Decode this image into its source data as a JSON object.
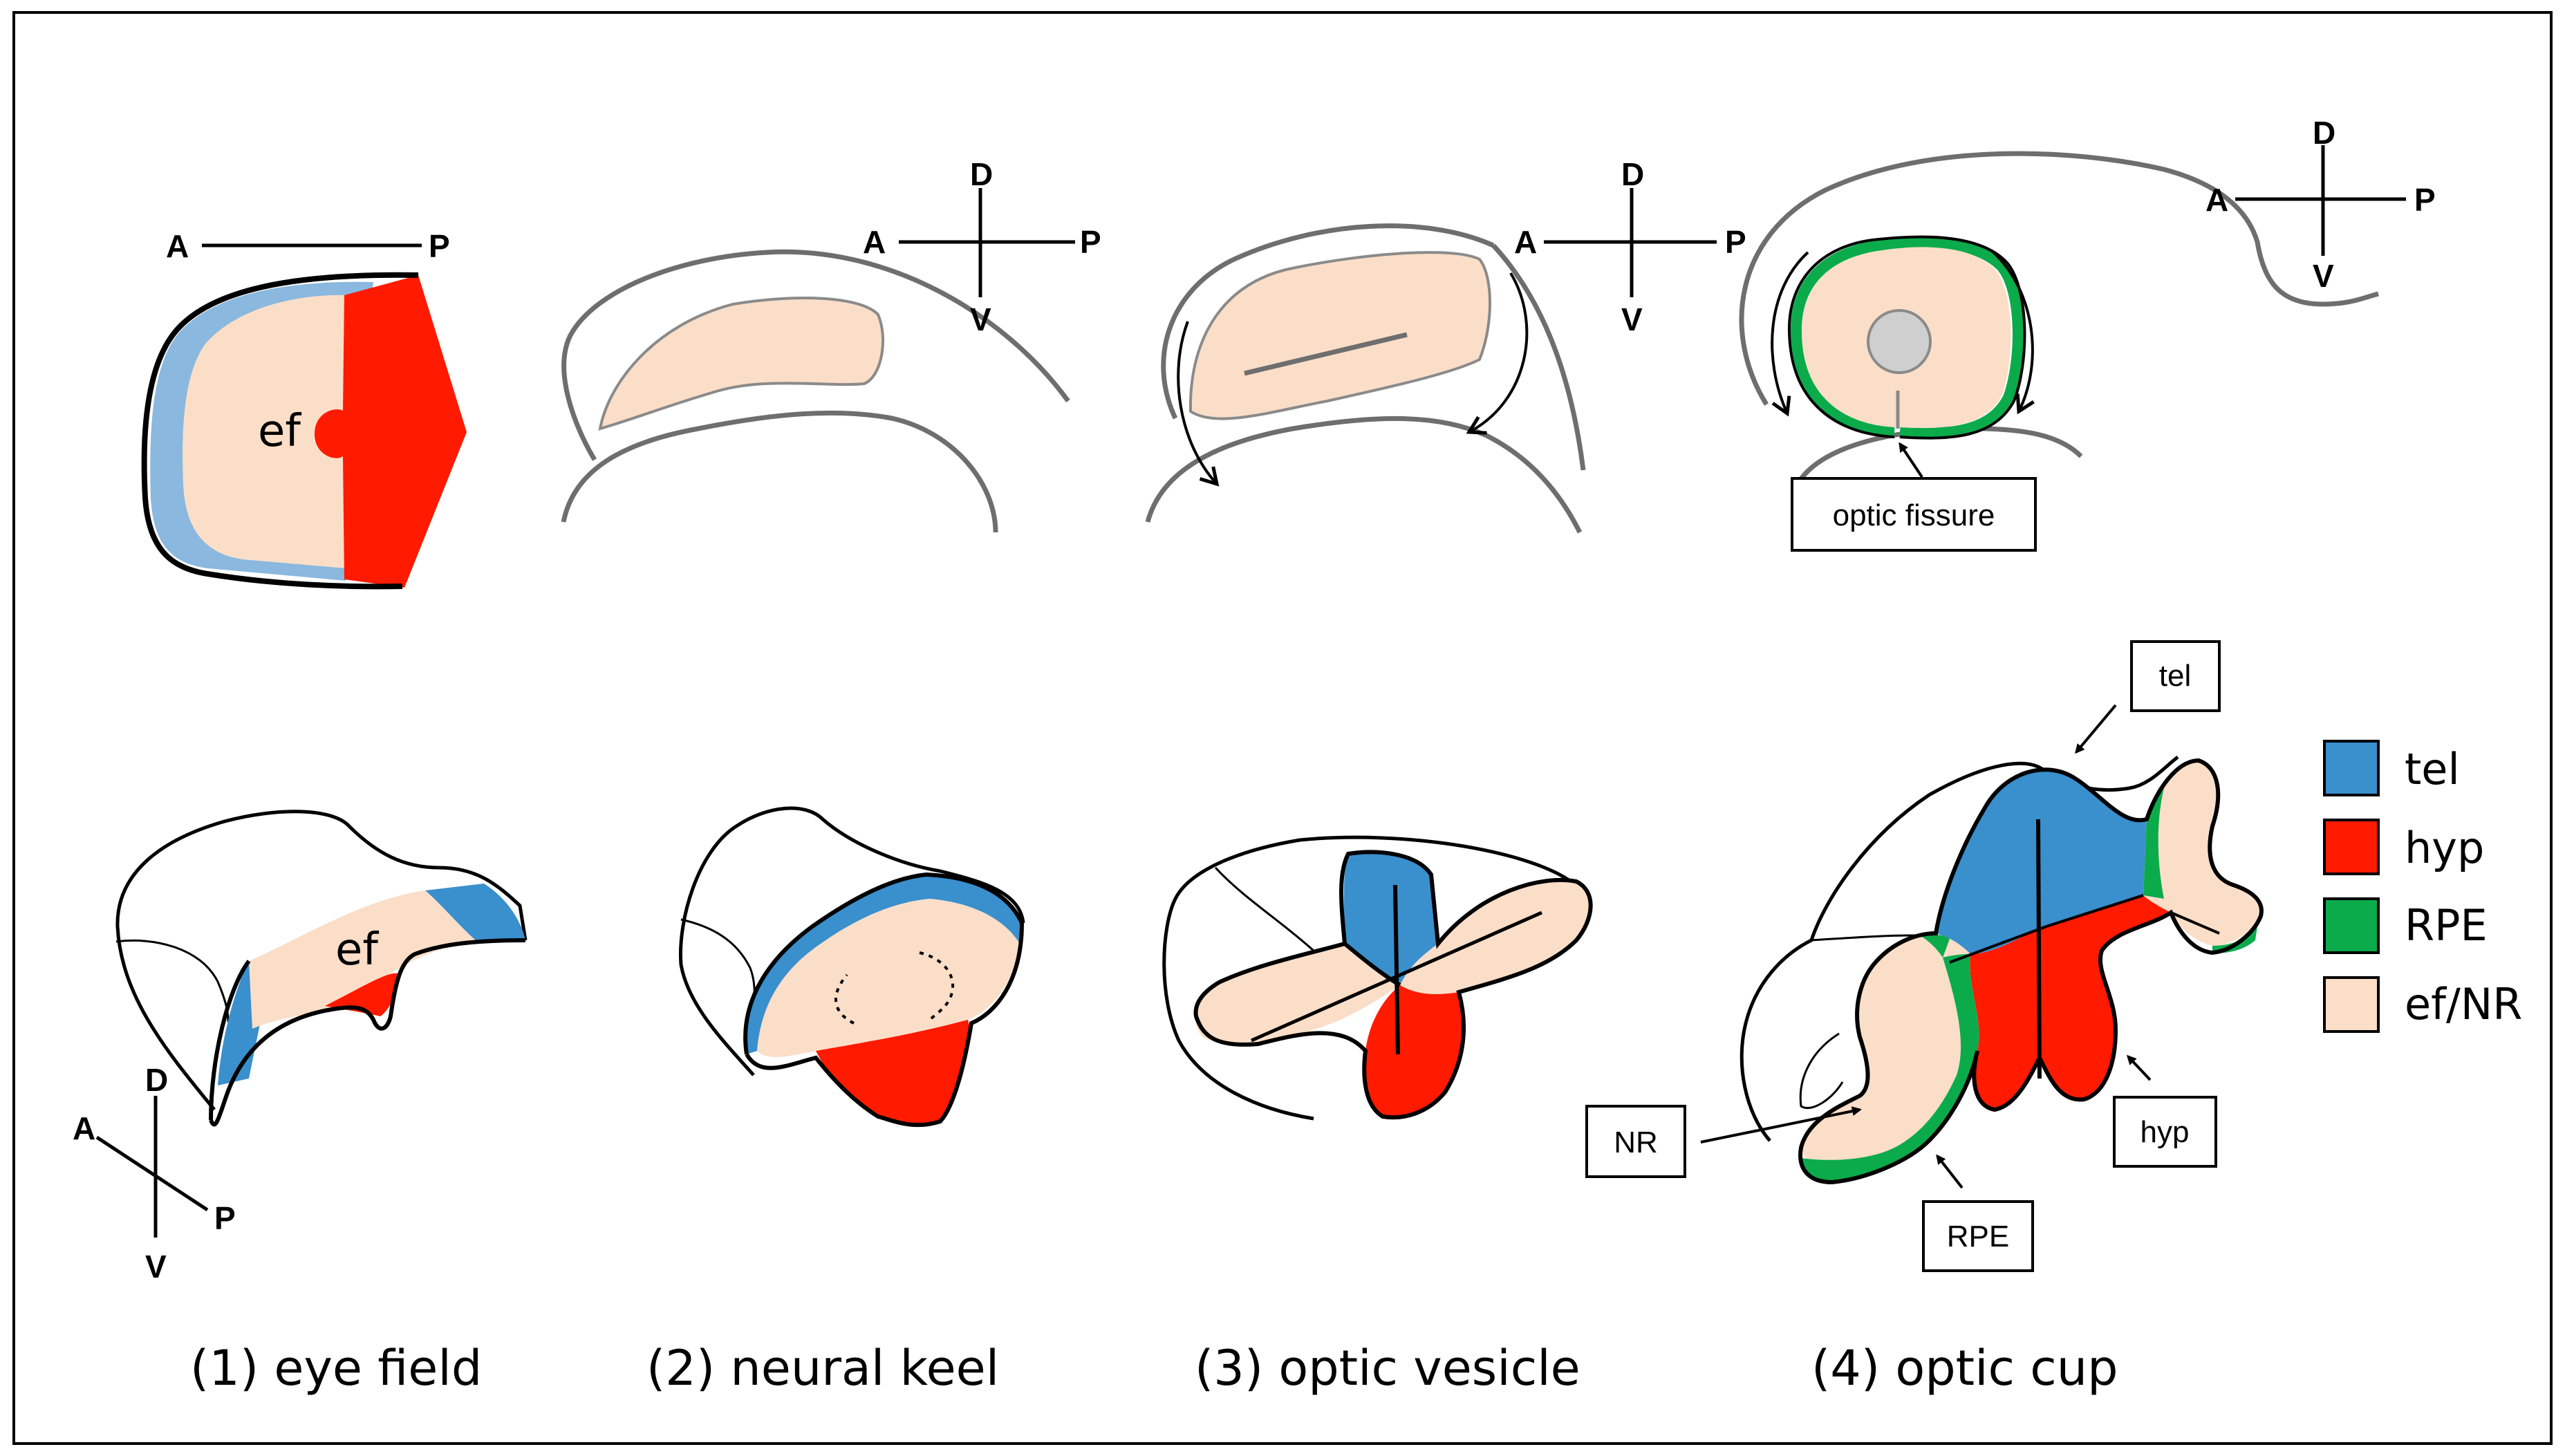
{
  "colors": {
    "tel": "#3a8fcd",
    "tel_light": "#8ab8de",
    "hyp": "#ff1a00",
    "rpe": "#0bab4b",
    "ef_nr": "#fbdec8",
    "outline": "#000000",
    "gray_outline": "#6e6e6e",
    "lens": "#cfcfcf"
  },
  "axes": {
    "a": "A",
    "p": "P",
    "d": "D",
    "v": "V"
  },
  "region_labels": {
    "ef_top": "ef",
    "ef_bottom": "ef"
  },
  "callouts": {
    "optic_fissure": "optic fissure",
    "tel": "tel",
    "nr": "NR",
    "rpe": "RPE",
    "hyp": "hyp"
  },
  "legend": [
    {
      "key": "tel",
      "label": "tel",
      "color": "#3a8fcd"
    },
    {
      "key": "hyp",
      "label": "hyp",
      "color": "#ff1a00"
    },
    {
      "key": "rpe",
      "label": "RPE",
      "color": "#0bab4b"
    },
    {
      "key": "ef_nr",
      "label": "ef/NR",
      "color": "#fbdec8"
    }
  ],
  "captions": [
    "(1) eye field",
    "(2) neural keel",
    "(3) optic vesicle",
    "(4) optic cup"
  ]
}
